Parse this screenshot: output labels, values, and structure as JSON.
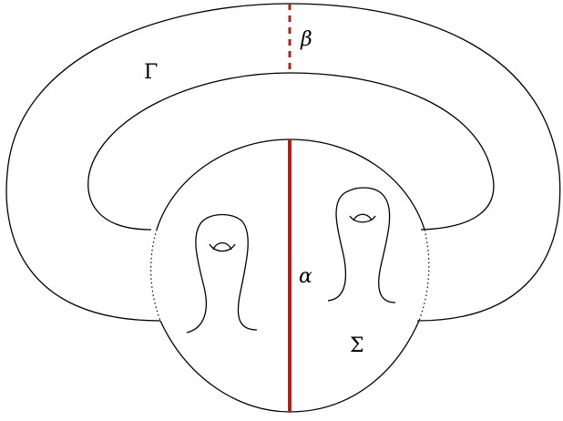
{
  "labels": {
    "handle": "Γ",
    "beta": "β",
    "alpha": "α",
    "surface": "Σ"
  },
  "colors": {
    "curve": "#a0281e",
    "outline": "#000000"
  }
}
